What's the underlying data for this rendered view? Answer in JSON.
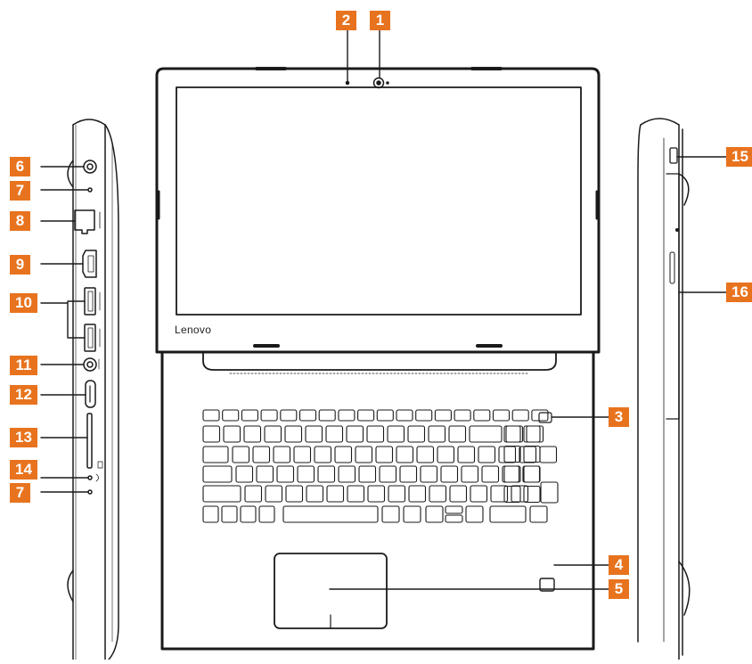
{
  "brand": "Lenovo",
  "accent_color": "#e8731e",
  "callouts": [
    {
      "id": "c2",
      "label": "2"
    },
    {
      "id": "c1",
      "label": "1"
    },
    {
      "id": "c6",
      "label": "6"
    },
    {
      "id": "c7a",
      "label": "7"
    },
    {
      "id": "c8",
      "label": "8"
    },
    {
      "id": "c9",
      "label": "9"
    },
    {
      "id": "c10",
      "label": "10"
    },
    {
      "id": "c11",
      "label": "11"
    },
    {
      "id": "c12",
      "label": "12"
    },
    {
      "id": "c13",
      "label": "13"
    },
    {
      "id": "c14",
      "label": "14"
    },
    {
      "id": "c7b",
      "label": "7"
    },
    {
      "id": "c3",
      "label": "3"
    },
    {
      "id": "c4",
      "label": "4"
    },
    {
      "id": "c5",
      "label": "5"
    },
    {
      "id": "c15",
      "label": "15"
    },
    {
      "id": "c16",
      "label": "16"
    }
  ]
}
